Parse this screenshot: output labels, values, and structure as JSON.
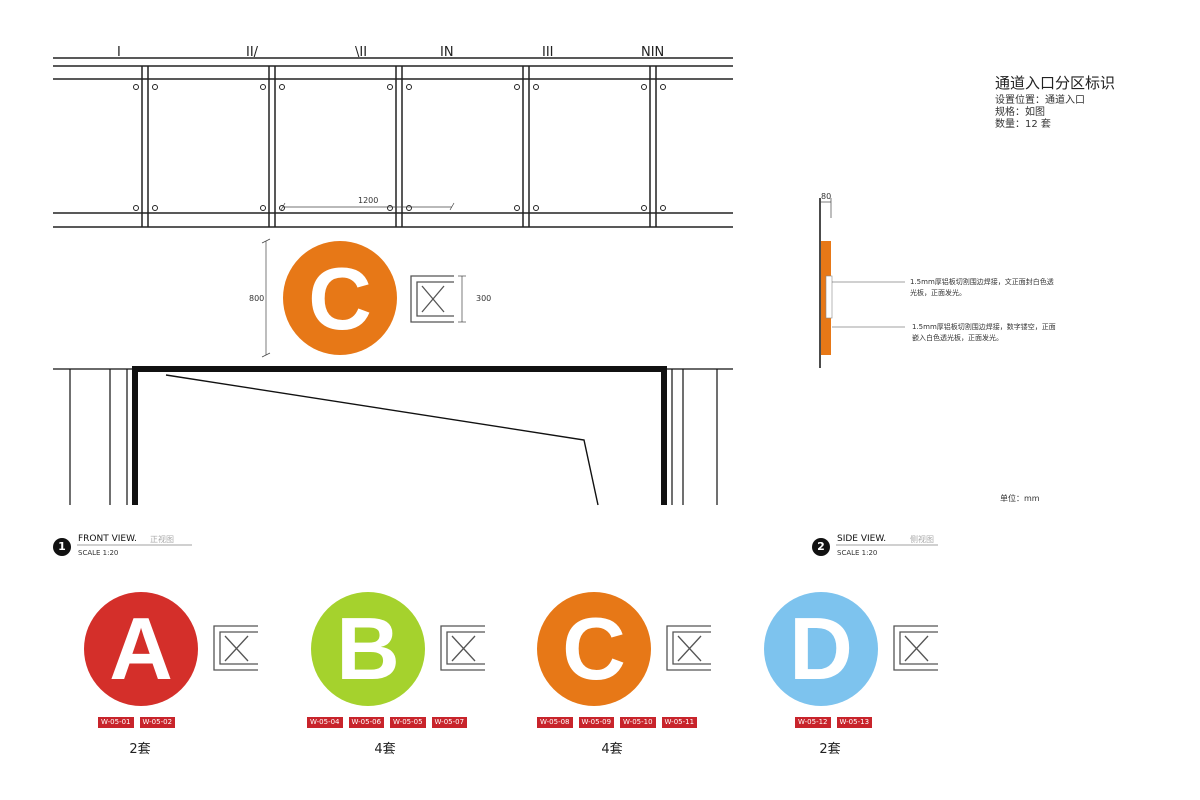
{
  "sign": {
    "title": "通道入口分区标识",
    "location": "设置位置：通道入口",
    "spec": "规格：如图",
    "quantity": "数量：12 套"
  },
  "unit_label": "单位：mm",
  "front_view": {
    "number": "1",
    "label": "FRONT VIEW.",
    "label_cn": "正视图",
    "scale": "SCALE 1:20",
    "dim_width": "1200",
    "dim_height": "800",
    "dim_icon": "300",
    "letter": "C",
    "letter_color": "#e77817",
    "ceiling_marks": [
      "I",
      "II/",
      "\\II",
      "IN",
      "III",
      "NIN"
    ]
  },
  "side_view": {
    "number": "2",
    "label": "SIDE VIEW.",
    "label_cn": "侧视图",
    "scale": "SCALE 1:20",
    "dim_depth": "80",
    "note1": "1.5mm厚铝板切割围边焊接，文正面封白色透光板，正面发光。",
    "note2": "1.5mm厚铝板切割围边焊接，数字镂空，正面嵌入白色透光板，正面发光。",
    "panel_color": "#e77817"
  },
  "variants": [
    {
      "letter": "A",
      "color": "#d42f2a",
      "codes": [
        "W-05-01",
        "W-05-02"
      ],
      "qty": "2套"
    },
    {
      "letter": "B",
      "color": "#a5d22d",
      "codes": [
        "W-05-04",
        "W-05-06",
        "W-05-05",
        "W-05-07"
      ],
      "qty": "4套"
    },
    {
      "letter": "C",
      "color": "#e77817",
      "codes": [
        "W-05-08",
        "W-05-09",
        "W-05-10",
        "W-05-11"
      ],
      "qty": "4套"
    },
    {
      "letter": "D",
      "color": "#7dc3ee",
      "codes": [
        "W-05-12",
        "W-05-13"
      ],
      "qty": "2套"
    }
  ],
  "icon_names": {
    "exit": "no-exit-icon"
  }
}
